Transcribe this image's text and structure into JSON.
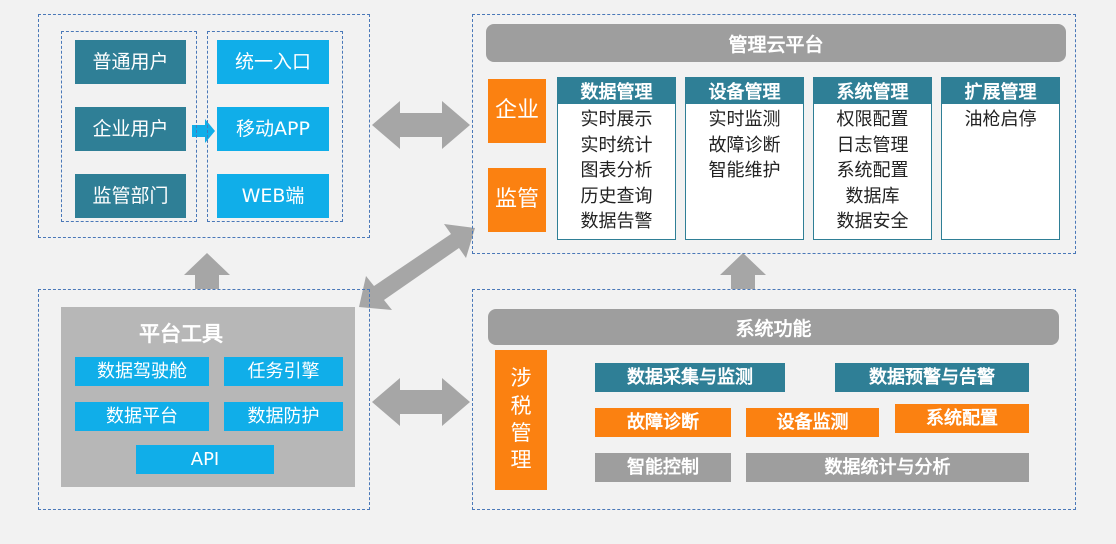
{
  "users_panel": {
    "user_types": [
      "普通用户",
      "企业用户",
      "监管部门"
    ],
    "entry_points": [
      "统一入口",
      "移动APP",
      "WEB端"
    ]
  },
  "cloud_platform": {
    "title": "管理云平台",
    "side_labels": [
      "企业",
      "监管"
    ],
    "modules": [
      {
        "title": "数据管理",
        "items": [
          "实时展示",
          "实时统计",
          "图表分析",
          "历史查询",
          "数据告警"
        ]
      },
      {
        "title": "设备管理",
        "items": [
          "实时监测",
          "故障诊断",
          "智能维护"
        ]
      },
      {
        "title": "系统管理",
        "items": [
          "权限配置",
          "日志管理",
          "系统配置",
          "数据库",
          "数据安全"
        ]
      },
      {
        "title": "扩展管理",
        "items": [
          "油枪启停"
        ]
      }
    ]
  },
  "platform_tools": {
    "title": "平台工具",
    "items": [
      "数据驾驶舱",
      "任务引擎",
      "数据平台",
      "数据防护",
      "API"
    ]
  },
  "system_functions": {
    "title": "系统功能",
    "side_label": [
      "涉",
      "税",
      "管",
      "理"
    ],
    "items": [
      "数据采集与监测",
      "数据预警与告警",
      "故障诊断",
      "设备监测",
      "系统配置",
      "智能控制",
      "数据统计与分析"
    ]
  },
  "colors": {
    "background": "#f2f2f2",
    "teal": "#2f7f96",
    "cyan": "#10aee9",
    "orange": "#fb8111",
    "gray": "#9e9e9e",
    "dashed_border": "#4a78b8"
  }
}
